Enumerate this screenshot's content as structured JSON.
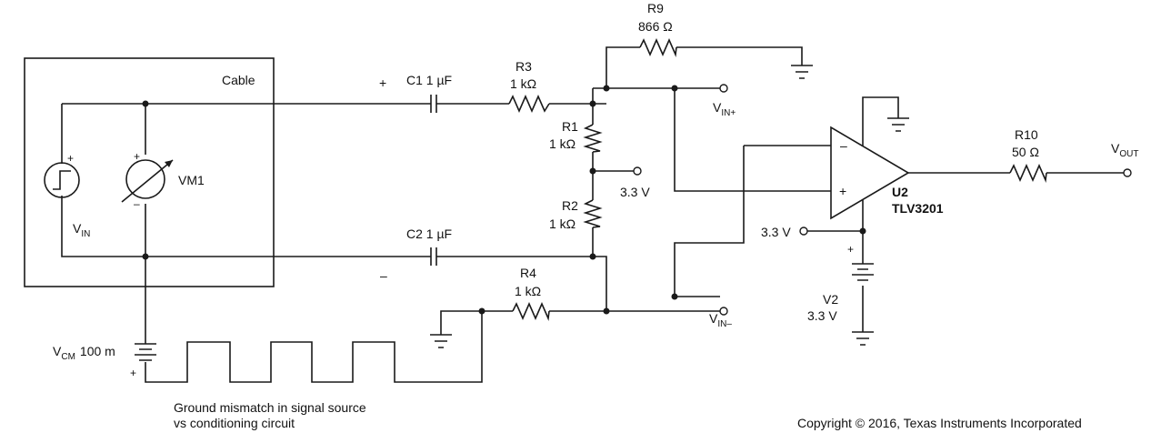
{
  "labels": {
    "cable": "Cable",
    "vm1": "VM1",
    "vin_main": "V",
    "vin_sub": "IN",
    "plus_top": "+",
    "minus_bottom": "–",
    "c1": "C1 1 µF",
    "c2": "C2 1 µF",
    "r3_name": "R3",
    "r3_val": "1 kΩ",
    "r9_name": "R9",
    "r9_val": "866 Ω",
    "r1_name": "R1",
    "r1_val": "1 kΩ",
    "r2_name": "R2",
    "r2_val": "1 kΩ",
    "r4_name": "R4",
    "r4_val": "1 kΩ",
    "r10_name": "R10",
    "r10_val": "50 Ω",
    "vin_plus_main": "V",
    "vin_plus_sub": "IN+",
    "vin_minus_main": "V",
    "vin_minus_sub": "IN–",
    "vout_main": "V",
    "vout_sub": "OUT",
    "mid_supply": "3.3 V",
    "u2_name": "U2",
    "u2_part": "TLV3201",
    "supply_in": "3.3 V",
    "v2_name": "V2",
    "v2_val": "3.3 V",
    "vcm_main": "V",
    "vcm_sub": "CM",
    "vcm_val": "100 m",
    "ground_mismatch_1": "Ground mismatch in signal source",
    "ground_mismatch_2": "vs conditioning circuit",
    "copyright": "Copyright © 2016, Texas Instruments Incorporated",
    "opamp_minus": "–",
    "opamp_plus": "+",
    "src_plus": "+",
    "vm_plus": "+",
    "vm_minus": "–",
    "v2_plus": "+",
    "vcm_plus": "+"
  }
}
